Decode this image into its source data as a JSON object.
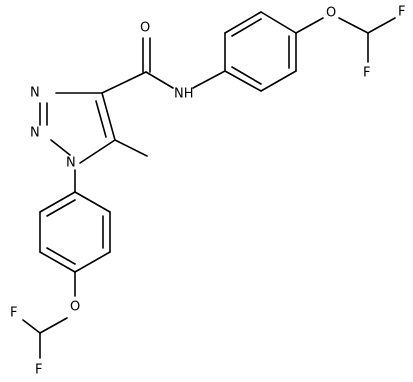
{
  "structure": {
    "atoms": {
      "n1": "N",
      "n2": "N",
      "n3": "N",
      "o_amide": "O",
      "nh": "NH",
      "o_ether_top": "O",
      "f_top_1": "F",
      "f_top_2": "F",
      "o_ether_bottom": "O",
      "f_bottom_1": "F",
      "f_bottom_2": "F"
    }
  }
}
